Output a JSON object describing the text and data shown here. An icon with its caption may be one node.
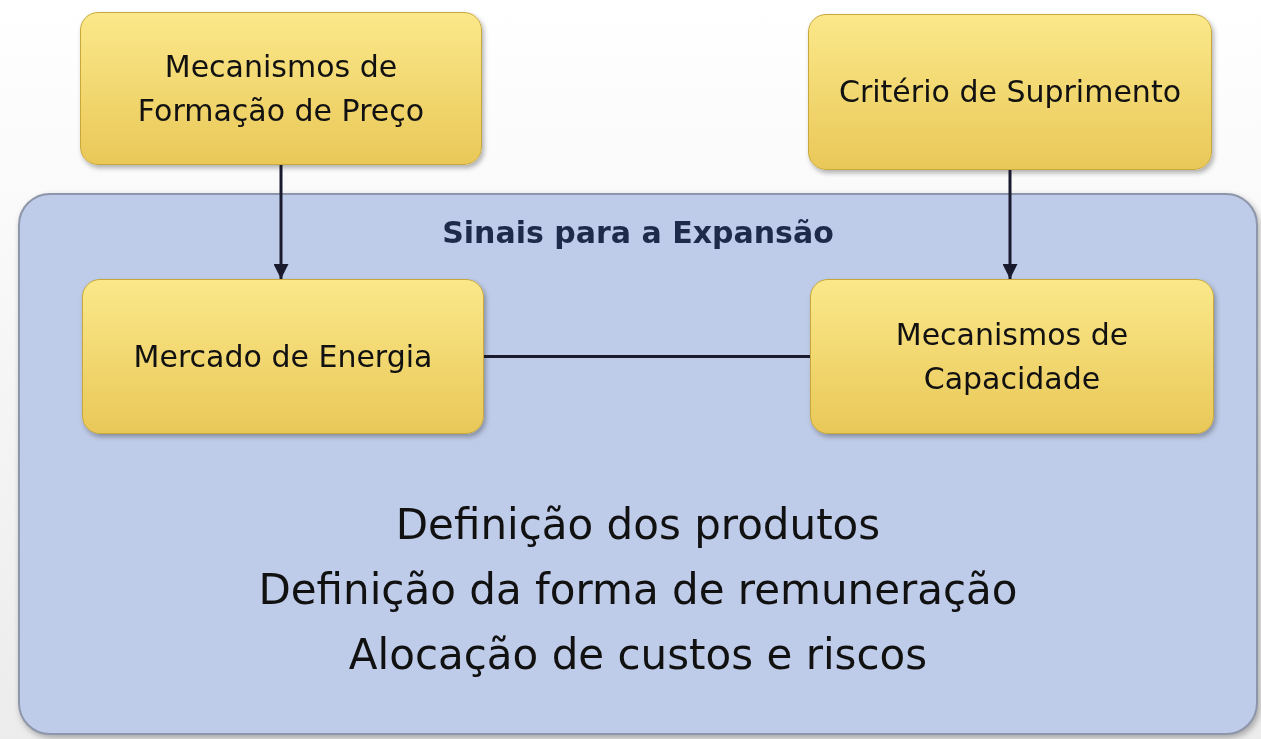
{
  "diagram": {
    "nodes": [
      {
        "text": [
          "Mecanismos de Formação de Preço"
        ]
      },
      {
        "text": [
          "Critério de Suprimento"
        ]
      },
      {
        "text": [
          "Sinais para a Expansão",
          "Definição dos produtos",
          "Definição da forma de remuneração",
          "Alocação de custos e riscos"
        ]
      },
      {
        "text": [
          "Mercado de Energia"
        ],
        "in": 2
      },
      {
        "text": [
          "Mecanismos de Capacidade"
        ],
        "in": 2
      }
    ],
    "edges": [
      {
        "from": 0,
        "to": 3,
        "arrow": "to"
      },
      {
        "from": 1,
        "to": 4,
        "arrow": "to"
      },
      {
        "from": 3,
        "to": 4,
        "arrow": "none"
      }
    ]
  }
}
